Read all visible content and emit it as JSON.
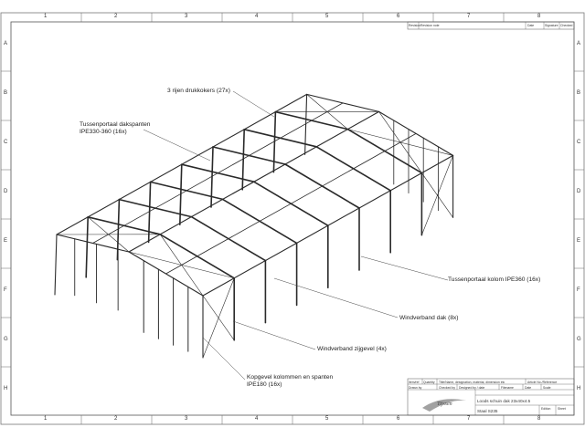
{
  "colors": {
    "line": "#2a2a2a",
    "frame": "#555555",
    "label": "#222222"
  },
  "zones": {
    "columns": [
      "1",
      "2",
      "3",
      "4",
      "5",
      "6",
      "7",
      "8"
    ],
    "rows": [
      "A",
      "B",
      "C",
      "D",
      "E",
      "F",
      "G",
      "H"
    ]
  },
  "revision_table": {
    "headers": [
      "Revision",
      "Revision note",
      "Date",
      "Signature",
      "Checked"
    ]
  },
  "annotations": [
    {
      "id": "drukkokers",
      "text": "3 rijen drukkokers (27x)"
    },
    {
      "id": "dakspanten",
      "line1": "Tussenportaal dakspanten",
      "line2": "IPE330-360 (16x)"
    },
    {
      "id": "kolom",
      "text": "Tussenportaal kolom IPE360 (16x)"
    },
    {
      "id": "windverband_dak",
      "text": "Windverband dak (8x)"
    },
    {
      "id": "windverband_zijgevel",
      "text": "Windverband zijgevel (4x)"
    },
    {
      "id": "kopgevel",
      "line1": "Kopgevel kolommen en spanten",
      "line2": "IPE180 (16x)"
    }
  ],
  "title_block": {
    "header_cells": [
      "Item/ref",
      "Quantity",
      "Title/Name, designation, material, dimension etc",
      "Article No./Reference"
    ],
    "row2_cells": [
      "Drawn by",
      "Checked by",
      "Designed by / date",
      "Filename",
      "Date",
      "Scale"
    ],
    "drawing_title": "Loods schuin dak 23x40x4.5",
    "material": "Staal S235",
    "edition_label": "Edition",
    "sheet_label": "Sheet",
    "logo_text": "Tijssen"
  }
}
